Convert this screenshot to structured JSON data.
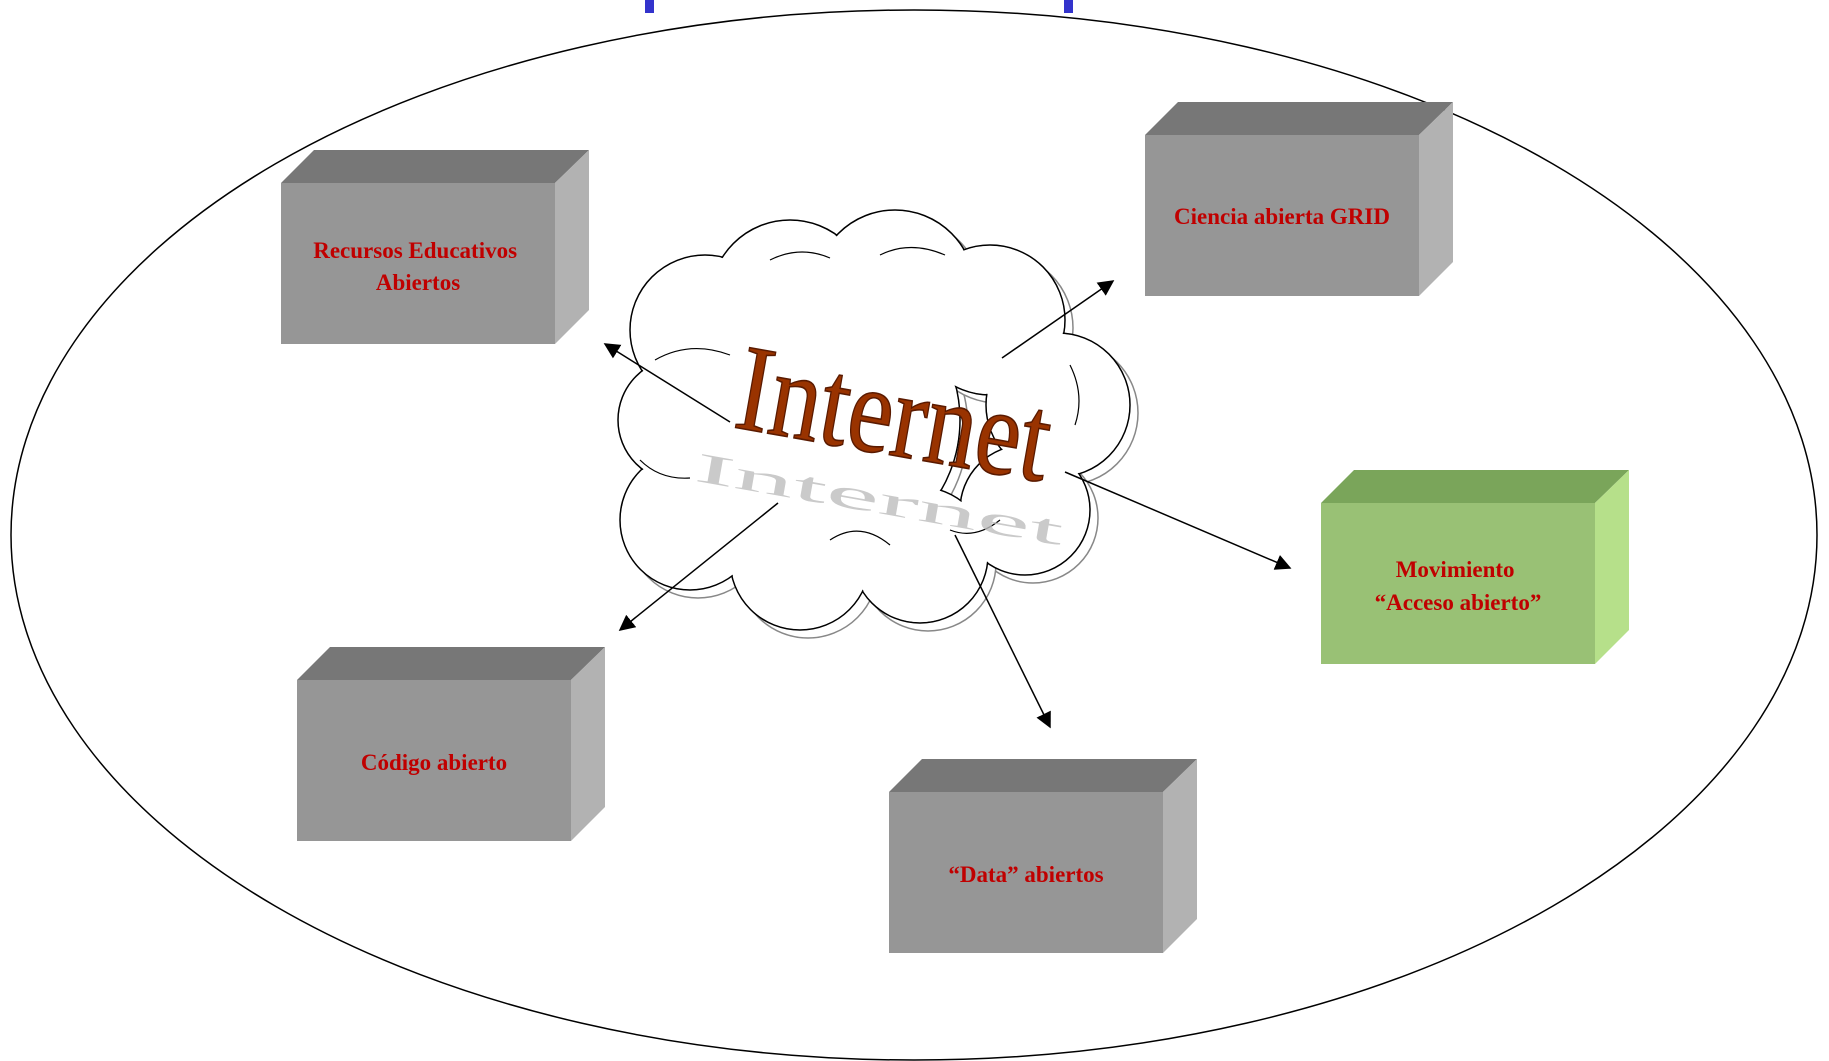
{
  "diagram": {
    "center": {
      "label": "Internet"
    },
    "nodes": [
      {
        "id": "recursos",
        "lines": [
          "Recursos Educativos",
          "Abiertos"
        ],
        "highlight": false
      },
      {
        "id": "ciencia",
        "lines": [
          "Ciencia abierta GRID"
        ],
        "highlight": false
      },
      {
        "id": "movimiento",
        "lines": [
          "Movimiento",
          "“Acceso abierto”"
        ],
        "highlight": true
      },
      {
        "id": "codigo",
        "lines": [
          "Código abierto"
        ],
        "highlight": false
      },
      {
        "id": "data",
        "lines": [
          "“Data” abiertos"
        ],
        "highlight": false
      }
    ]
  },
  "colors": {
    "label_text": "#c00000",
    "box_front": "#969696",
    "box_top": "#777777",
    "box_side": "#b2b2b2",
    "highlight_front": "#99c175",
    "highlight_top": "#7aa55a",
    "highlight_side": "#b6e08a",
    "internet_text": "#993300",
    "title_bar": "#3333cc"
  }
}
